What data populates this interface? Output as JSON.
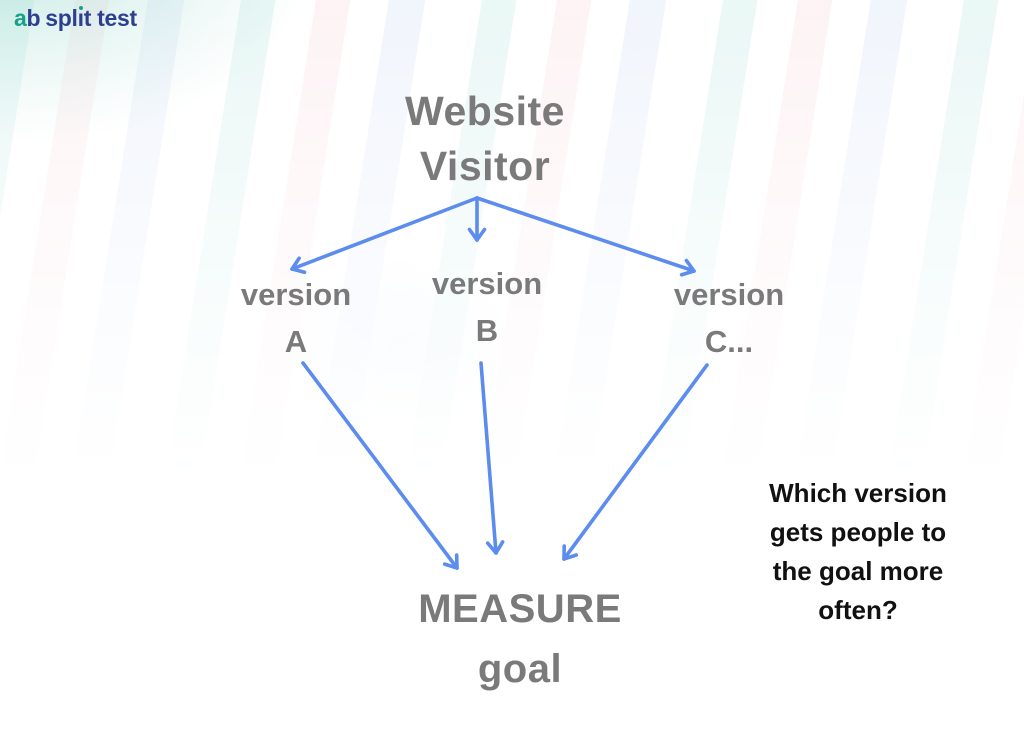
{
  "logo": {
    "full_text": "ab split test",
    "part_a": "a",
    "part_b": "b",
    "part_spl": "spl",
    "part_i_dotless": "ı",
    "part_t_test": "t test",
    "color_teal": "#18a089",
    "color_navy": "#2d3f90"
  },
  "diagram": {
    "source": {
      "line1": "Website",
      "line2": "Visitor"
    },
    "versions": [
      {
        "label": "version",
        "variant": "A"
      },
      {
        "label": "version",
        "variant": "B"
      },
      {
        "label": "version",
        "variant": "C..."
      }
    ],
    "goal": {
      "line1": "MEASURE",
      "line2": "goal"
    },
    "arrow_color": "#5b8cee",
    "node_text_color": "#7a7a7a"
  },
  "annotation": {
    "lines": [
      "Which version",
      "gets people to",
      "the goal more",
      "often?"
    ],
    "color": "#111111"
  }
}
